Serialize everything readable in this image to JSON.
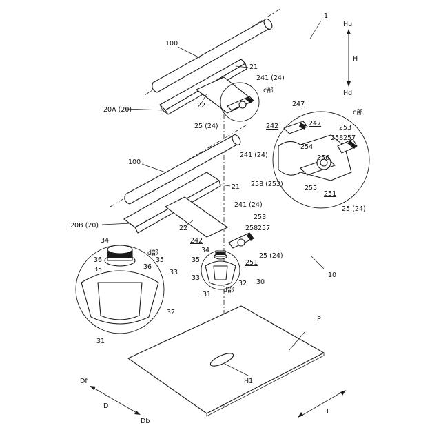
{
  "labels": {
    "assembly_1": "1",
    "assembly_10": "10",
    "hu": "Hu",
    "h": "H",
    "hd": "Hd",
    "part_100_top": "100",
    "part_100_mid": "100",
    "part_21_top": "21",
    "part_21_mid": "21",
    "part_241_24_top": "241 (24)",
    "part_241_24_mid": "241 (24)",
    "part_241_24_detail": "241 (24)",
    "c_bu_top": "c部",
    "c_bu_detail": "c部",
    "part_20A": "20A (20)",
    "part_20B": "20B (20)",
    "part_22_top": "22",
    "part_22_mid": "22",
    "part_25_24_top": "25 (24)",
    "part_25_24_mid": "25 (24)",
    "part_25_24_detail": "25 (24)",
    "part_247_a": "247",
    "part_247_b": "247",
    "part_242_detail": "242",
    "part_242_mid": "242",
    "part_253_detail": "253",
    "part_253_mid": "253",
    "part_258_detail": "258",
    "part_257_detail": "257",
    "part_258_mid": "258",
    "part_257_mid": "257",
    "part_254": "254",
    "part_256": "256",
    "part_258_253": "258 (253)",
    "part_255": "255",
    "part_251_detail": "251",
    "part_251_mid": "251",
    "d_bu_detail": "d部",
    "d_bu_small": "d部",
    "part_34_detail": "34",
    "part_34_small": "34",
    "part_35_a": "35",
    "part_35_b": "35",
    "part_35_small": "35",
    "part_36_a": "36",
    "part_36_b": "36",
    "part_33_detail": "33",
    "part_33_small": "33",
    "part_32_detail": "32",
    "part_32_small": "32",
    "part_31_detail": "31",
    "part_31_small": "31",
    "part_30": "30",
    "plate_P": "P",
    "hole_H1": "H1",
    "df": "Df",
    "d": "D",
    "db": "Db",
    "l": "L"
  }
}
